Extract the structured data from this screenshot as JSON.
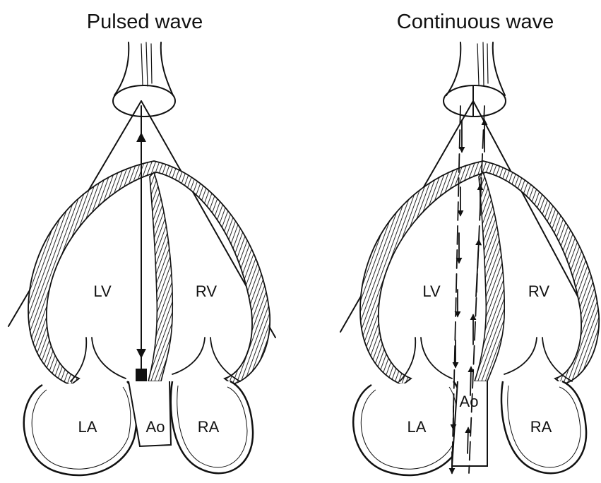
{
  "panels": {
    "pulsed": {
      "title": "Pulsed wave",
      "labels": {
        "lv": "LV",
        "rv": "RV",
        "la": "LA",
        "ra": "RA",
        "ao": "Ao"
      }
    },
    "continuous": {
      "title": "Continuous wave",
      "labels": {
        "lv": "LV",
        "rv": "RV",
        "la": "LA",
        "ra": "RA",
        "ao": "Ao"
      }
    }
  },
  "colors": {
    "ink": "#111111",
    "paper": "#ffffff"
  }
}
